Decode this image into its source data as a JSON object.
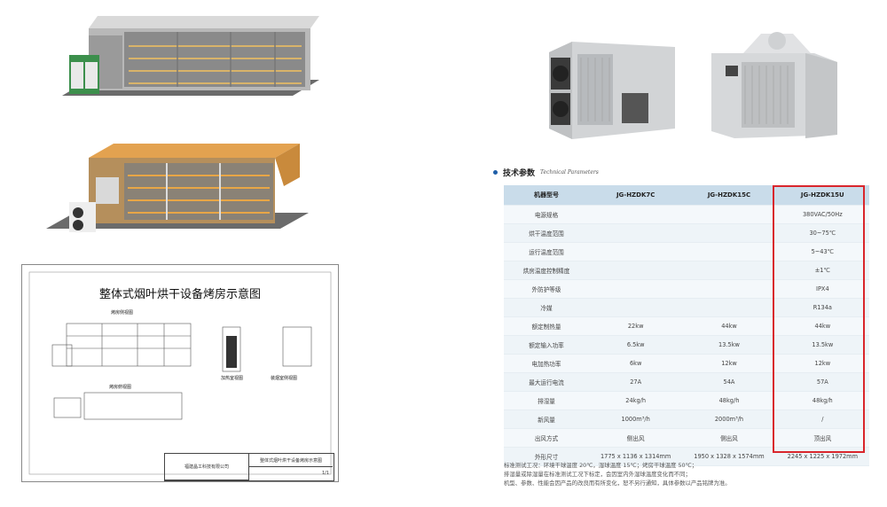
{
  "drawing": {
    "title": "整体式烟叶烘干设备烤房示意图",
    "front_view_label": "烤房侧视图",
    "top_view_label": "烤房俯视图",
    "side_view_label_1": "加热室视图",
    "side_view_label_2": "装烟室侧视图",
    "company": "福建晶工科技有限公司",
    "drawing_name": "整体式烟叶烘干设备烤房示意图",
    "sheet": "1/1"
  },
  "section": {
    "title_cn": "技术参数",
    "title_en": "Technical Parameters"
  },
  "table": {
    "headers": [
      "机器型号",
      "JG-HZDK7C",
      "JG-HZDK15C",
      "JG-HZDK15U"
    ],
    "rows": [
      [
        "电源规格",
        "",
        "",
        "380VAC/50Hz"
      ],
      [
        "烘干温度范围",
        "",
        "",
        "30~75℃"
      ],
      [
        "运行温度范围",
        "",
        "",
        "5~43℃"
      ],
      [
        "烘房温度控制精度",
        "",
        "",
        "±1℃"
      ],
      [
        "外防护等级",
        "",
        "",
        "IPX4"
      ],
      [
        "冷媒",
        "",
        "",
        "R134a"
      ],
      [
        "额定制热量",
        "22kw",
        "44kw",
        "44kw"
      ],
      [
        "额定输入功率",
        "6.5kw",
        "13.5kw",
        "13.5kw"
      ],
      [
        "电加热功率",
        "6kw",
        "12kw",
        "12kw"
      ],
      [
        "最大运行电流",
        "27A",
        "54A",
        "57A"
      ],
      [
        "排湿量",
        "24kg/h",
        "48kg/h",
        "48kg/h"
      ],
      [
        "新风量",
        "1000m³/h",
        "2000m³/h",
        "/"
      ],
      [
        "出风方式",
        "侧出风",
        "侧出风",
        "顶出风"
      ],
      [
        "外形尺寸",
        "1775 x 1136 x 1314mm",
        "1950 x 1328 x 1574mm",
        "2245 x 1225 x 1972mm"
      ]
    ]
  },
  "notes": [
    "标准测试工况：环境干球温度 20℃，湿球温度 15℃；烤房干球温度 50℃；",
    "排湿量或除湿量在标准测试工况下标定，会因室内外湿球温度变化而不同；",
    "机型、参数、性能会因产品的改良而有所变化，恕不另行通知，具体参数以产品铭牌为准。"
  ],
  "colors": {
    "highlight": "#d9262c",
    "header_bg": "#c9dcea",
    "accent": "#1f5fa8"
  }
}
